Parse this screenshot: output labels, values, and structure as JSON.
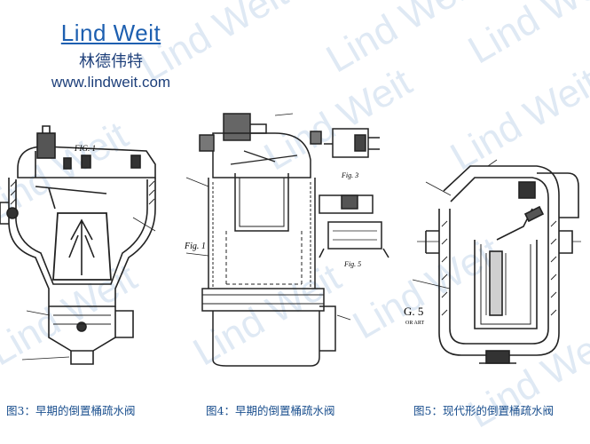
{
  "watermark": {
    "text": "Lind Weit"
  },
  "logo": {
    "name": "Lind Weit",
    "name_cn": "林德伟特",
    "url": "www.lindweit.com"
  },
  "figures": [
    {
      "caption": "图3：早期的倒置桶疏水阀",
      "drawing_label": "FIG. 1"
    },
    {
      "caption": "图4：早期的倒置桶疏水阀",
      "drawing_label": "Fig. 1",
      "drawing_label_2": "Fig. 3",
      "drawing_label_3": "Fig. 5"
    },
    {
      "caption": "图5：现代形的倒置桶疏水阀",
      "drawing_label": "G. 5",
      "drawing_sub": "OR ART"
    }
  ],
  "colors": {
    "brand": "#1d5fb0",
    "caption": "#1a4f8e",
    "watermark": "#dfe9f4"
  }
}
